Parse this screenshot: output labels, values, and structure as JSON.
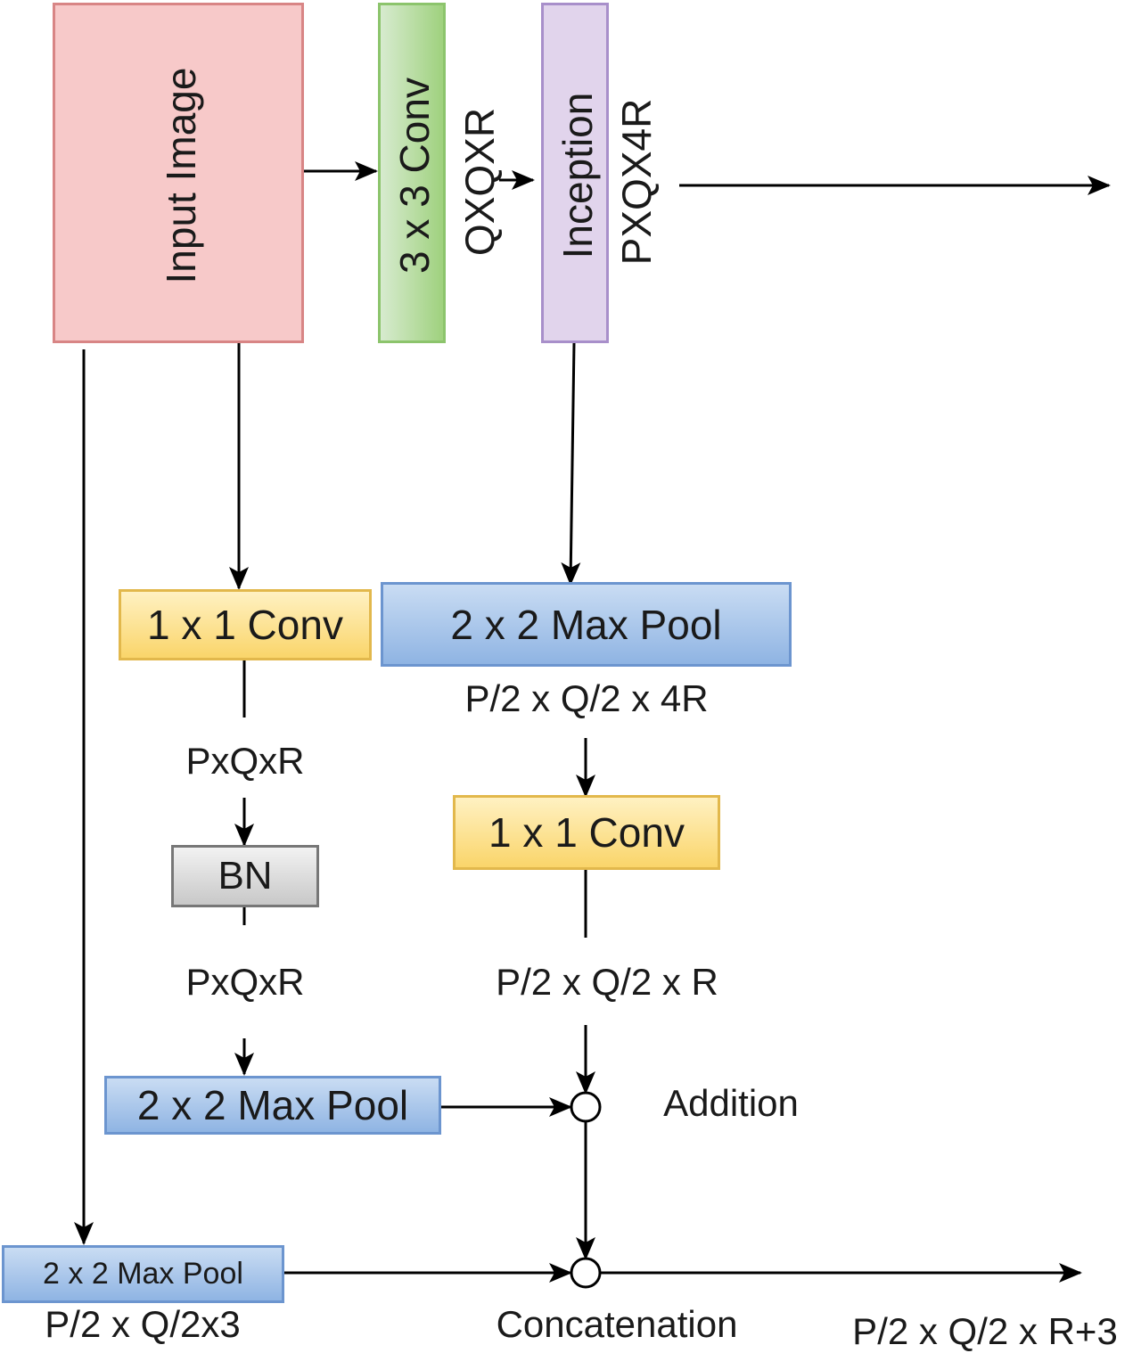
{
  "diagram": {
    "nodes": {
      "input_image": "Input Image",
      "conv3x3": "3 x 3 Conv",
      "inception": "Inception",
      "conv1x1_left": "1 x 1 Conv",
      "maxpool_top": "2 x 2 Max Pool",
      "bn": "BN",
      "conv1x1_right": "1 x 1 Conv",
      "maxpool_mid": "2 x 2 Max Pool",
      "maxpool_bottom": "2 x 2 Max Pool",
      "addition": "Addition",
      "concatenation": "Concatenation"
    },
    "labels": {
      "after_conv3x3": "QXQXR",
      "after_inception": "PXQX4R",
      "after_maxpool_top": "P/2 x Q/2 x 4R",
      "after_conv1x1_left": "PxQxR",
      "after_bn": "PxQxR",
      "after_conv1x1_right": "P/2 x Q/2 x R",
      "after_maxpool_bottom": "P/2 x Q/2x3",
      "output": "P/2 x Q/2 x R+3"
    },
    "colors": {
      "input": "#f7c9c9",
      "conv3x3": "#9fd17e",
      "inception": "#e1d4ec",
      "conv1x1": "#fad56a",
      "maxpool": "#8fb4e3",
      "bn": "#c8c8c8"
    }
  }
}
